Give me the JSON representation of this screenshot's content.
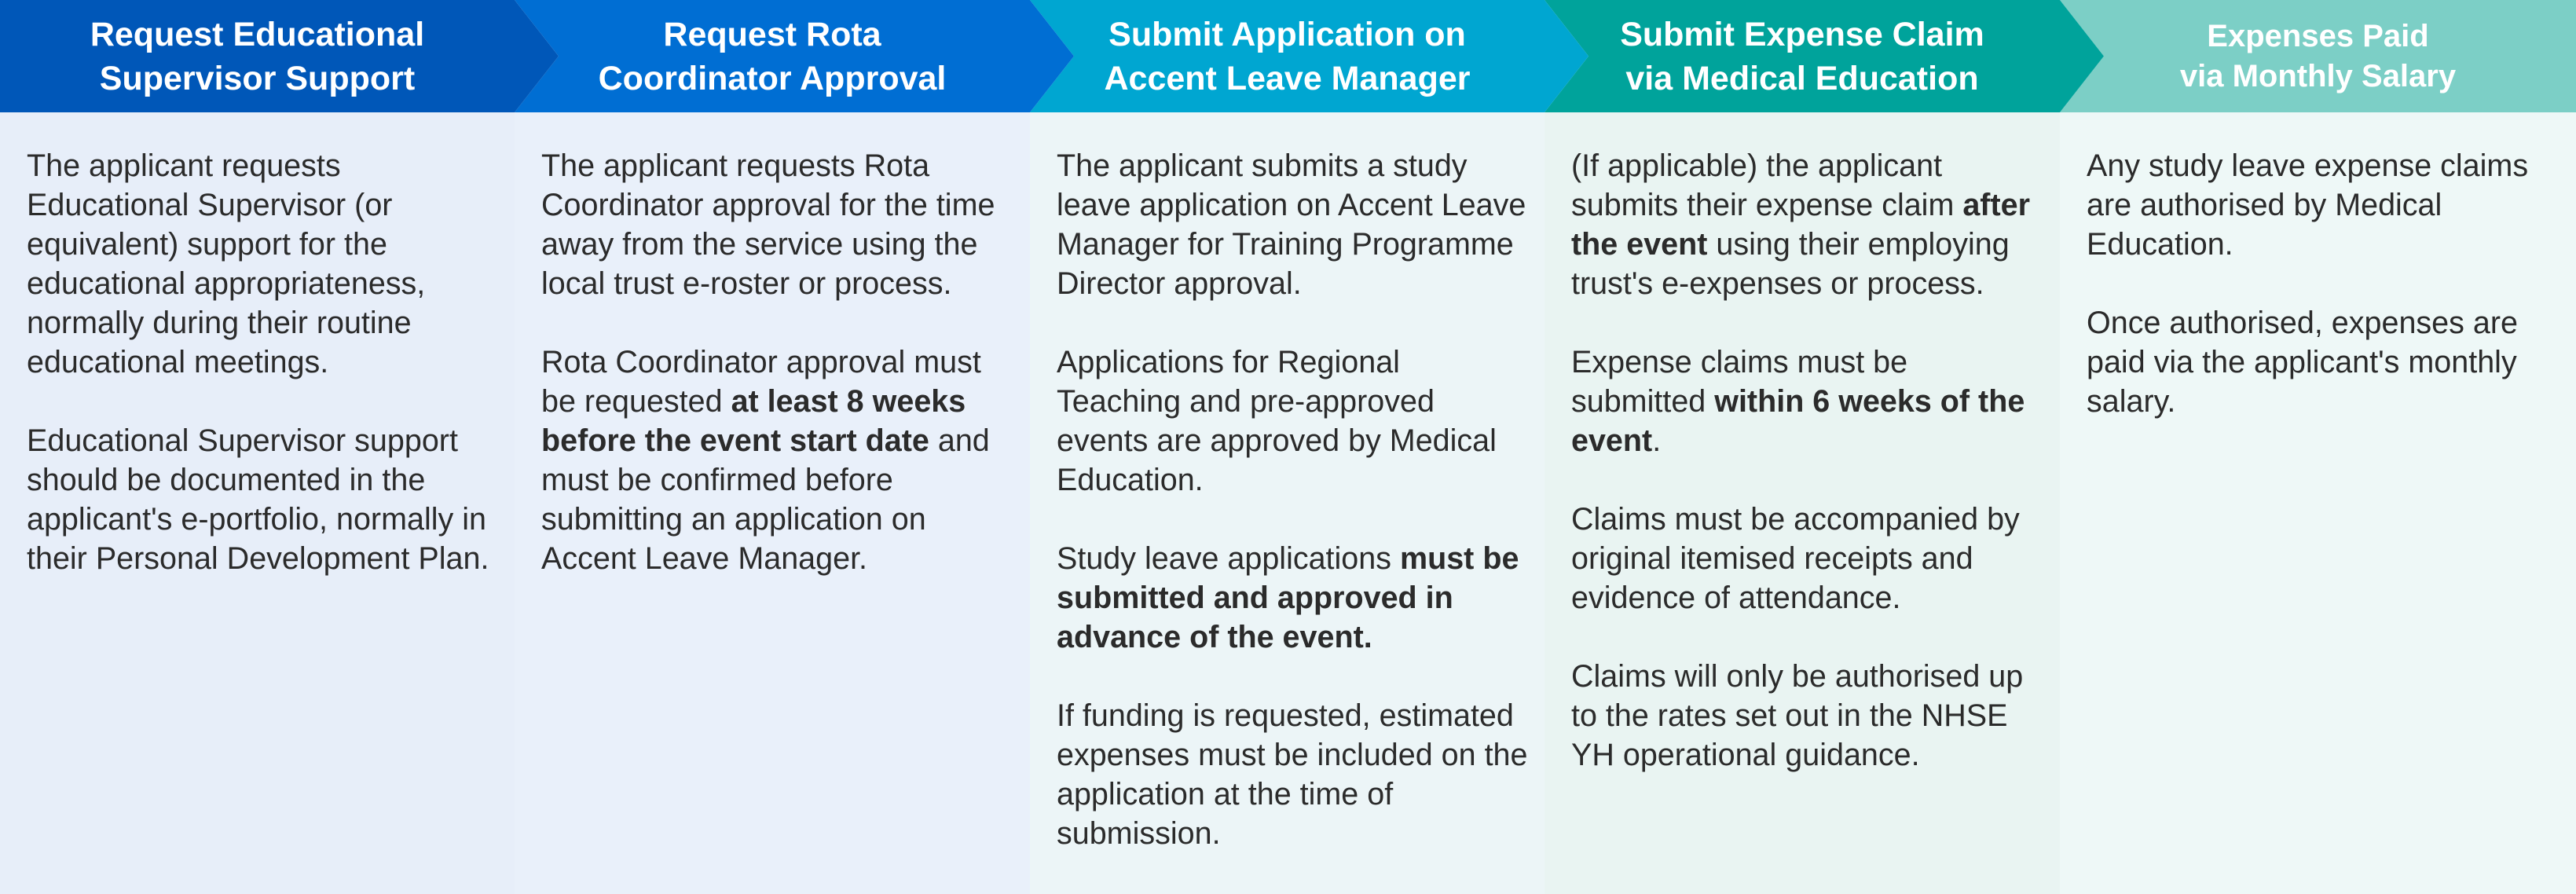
{
  "steps": [
    {
      "title": "Request Educational\nSupervisor Support",
      "color": "#0057b8",
      "background": "#e7eef9",
      "paragraphs": [
        [
          {
            "t": "The applicant requests Educational Supervisor (or equivalent) support for the educational appropriateness, normally during their routine educational meetings."
          }
        ],
        [
          {
            "t": "Educational Supervisor support should be documented in the applicant's e-portfolio, normally in their Personal Development Plan."
          }
        ]
      ]
    },
    {
      "title": "Request Rota\nCoordinator Approval",
      "color": "#006ed3",
      "background": "#e9f0fa",
      "paragraphs": [
        [
          {
            "t": "The applicant requests Rota Coordinator approval for the time away from the service using the local trust e-roster or process."
          }
        ],
        [
          {
            "t": "Rota Coordinator approval must be requested "
          },
          {
            "t": "at least 8 weeks before the event start date",
            "b": true
          },
          {
            "t": " and must be confirmed before submitting an application on Accent Leave Manager."
          }
        ]
      ]
    },
    {
      "title": "Submit Application on\nAccent Leave Manager",
      "color": "#00a6d1",
      "background": "#ecf5f7",
      "paragraphs": [
        [
          {
            "t": "The applicant submits a study leave application on Accent Leave Manager for Training Programme Director approval."
          }
        ],
        [
          {
            "t": "Applications for Regional Teaching and pre-approved events are approved by Medical Education."
          }
        ],
        [
          {
            "t": "Study leave applications "
          },
          {
            "t": "must be submitted and approved in advance of the event.",
            "b": true
          }
        ],
        [
          {
            "t": "If funding is requested, estimated expenses must be included on the application at the time of submission."
          }
        ]
      ]
    },
    {
      "title": "Submit Expense Claim\nvia Medical Education",
      "color": "#00a39b",
      "background": "#e9f4f2",
      "paragraphs": [
        [
          {
            "t": "(If applicable) the applicant submits their expense claim "
          },
          {
            "t": "after the event",
            "b": true
          },
          {
            "t": " using their employing trust's e-expenses or process."
          }
        ],
        [
          {
            "t": "Expense claims must be submitted "
          },
          {
            "t": "within 6 weeks of the event",
            "b": true
          },
          {
            "t": "."
          }
        ],
        [
          {
            "t": "Claims must be accompanied by original itemised receipts and evidence of attendance."
          }
        ],
        [
          {
            "t": "Claims will only be authorised up to the rates set out in the NHSE YH operational guidance."
          }
        ]
      ]
    },
    {
      "title": "Expenses Paid\nvia Monthly Salary",
      "color": "#7ccfc6",
      "background": "#eef8f7",
      "paragraphs": [
        [
          {
            "t": "Any study leave expense claims are authorised by Medical Education."
          }
        ],
        [
          {
            "t": "Once authorised, expenses are paid via the applicant's monthly salary."
          }
        ]
      ]
    }
  ]
}
